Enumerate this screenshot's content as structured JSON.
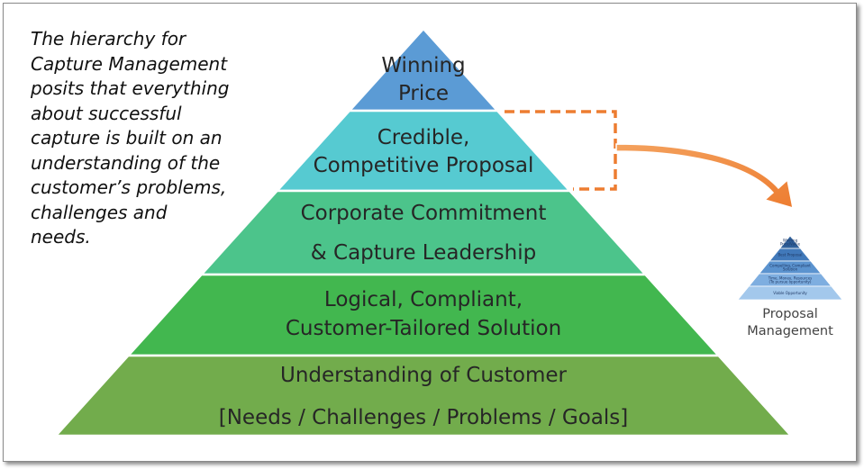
{
  "intro_text": "The hierarchy for\nCapture Management\nposits that everything\nabout successful\ncapture is built on an\nunderstanding of the\ncustomer’s problems,\nchallenges and\nneeds.",
  "pyramid": {
    "levels": [
      {
        "lines": [
          "Winning",
          "Price"
        ],
        "color": "#5b9bd5"
      },
      {
        "lines": [
          "Credible,",
          "Competitive Proposal"
        ],
        "color": "#56cad1"
      },
      {
        "lines": [
          "Corporate Commitment",
          "& Capture Leadership"
        ],
        "color": "#4cc48b"
      },
      {
        "lines": [
          "Logical, Compliant,",
          "Customer-Tailored Solution"
        ],
        "color": "#42b74f"
      },
      {
        "lines": [
          "Understanding of Customer",
          "[Needs / Challenges / Problems / Goals]"
        ],
        "color": "#72ac4c"
      }
    ]
  },
  "callout": {
    "dash_color": "#ed7d31",
    "arrow_color": "#ed7d31"
  },
  "mini_pyramid": {
    "levels": [
      "Winning\nPrice/Value",
      "Best Proposal",
      "Compelling, Compliant\nSolution",
      "Time, Money, Resources\n(To pursue opportunity)",
      "Viable Opportunity"
    ],
    "caption": [
      "Proposal",
      "Management"
    ],
    "colors": [
      "#2e5f9a",
      "#4179ba",
      "#5b93cf",
      "#7eaee0",
      "#a3c8ec"
    ]
  }
}
